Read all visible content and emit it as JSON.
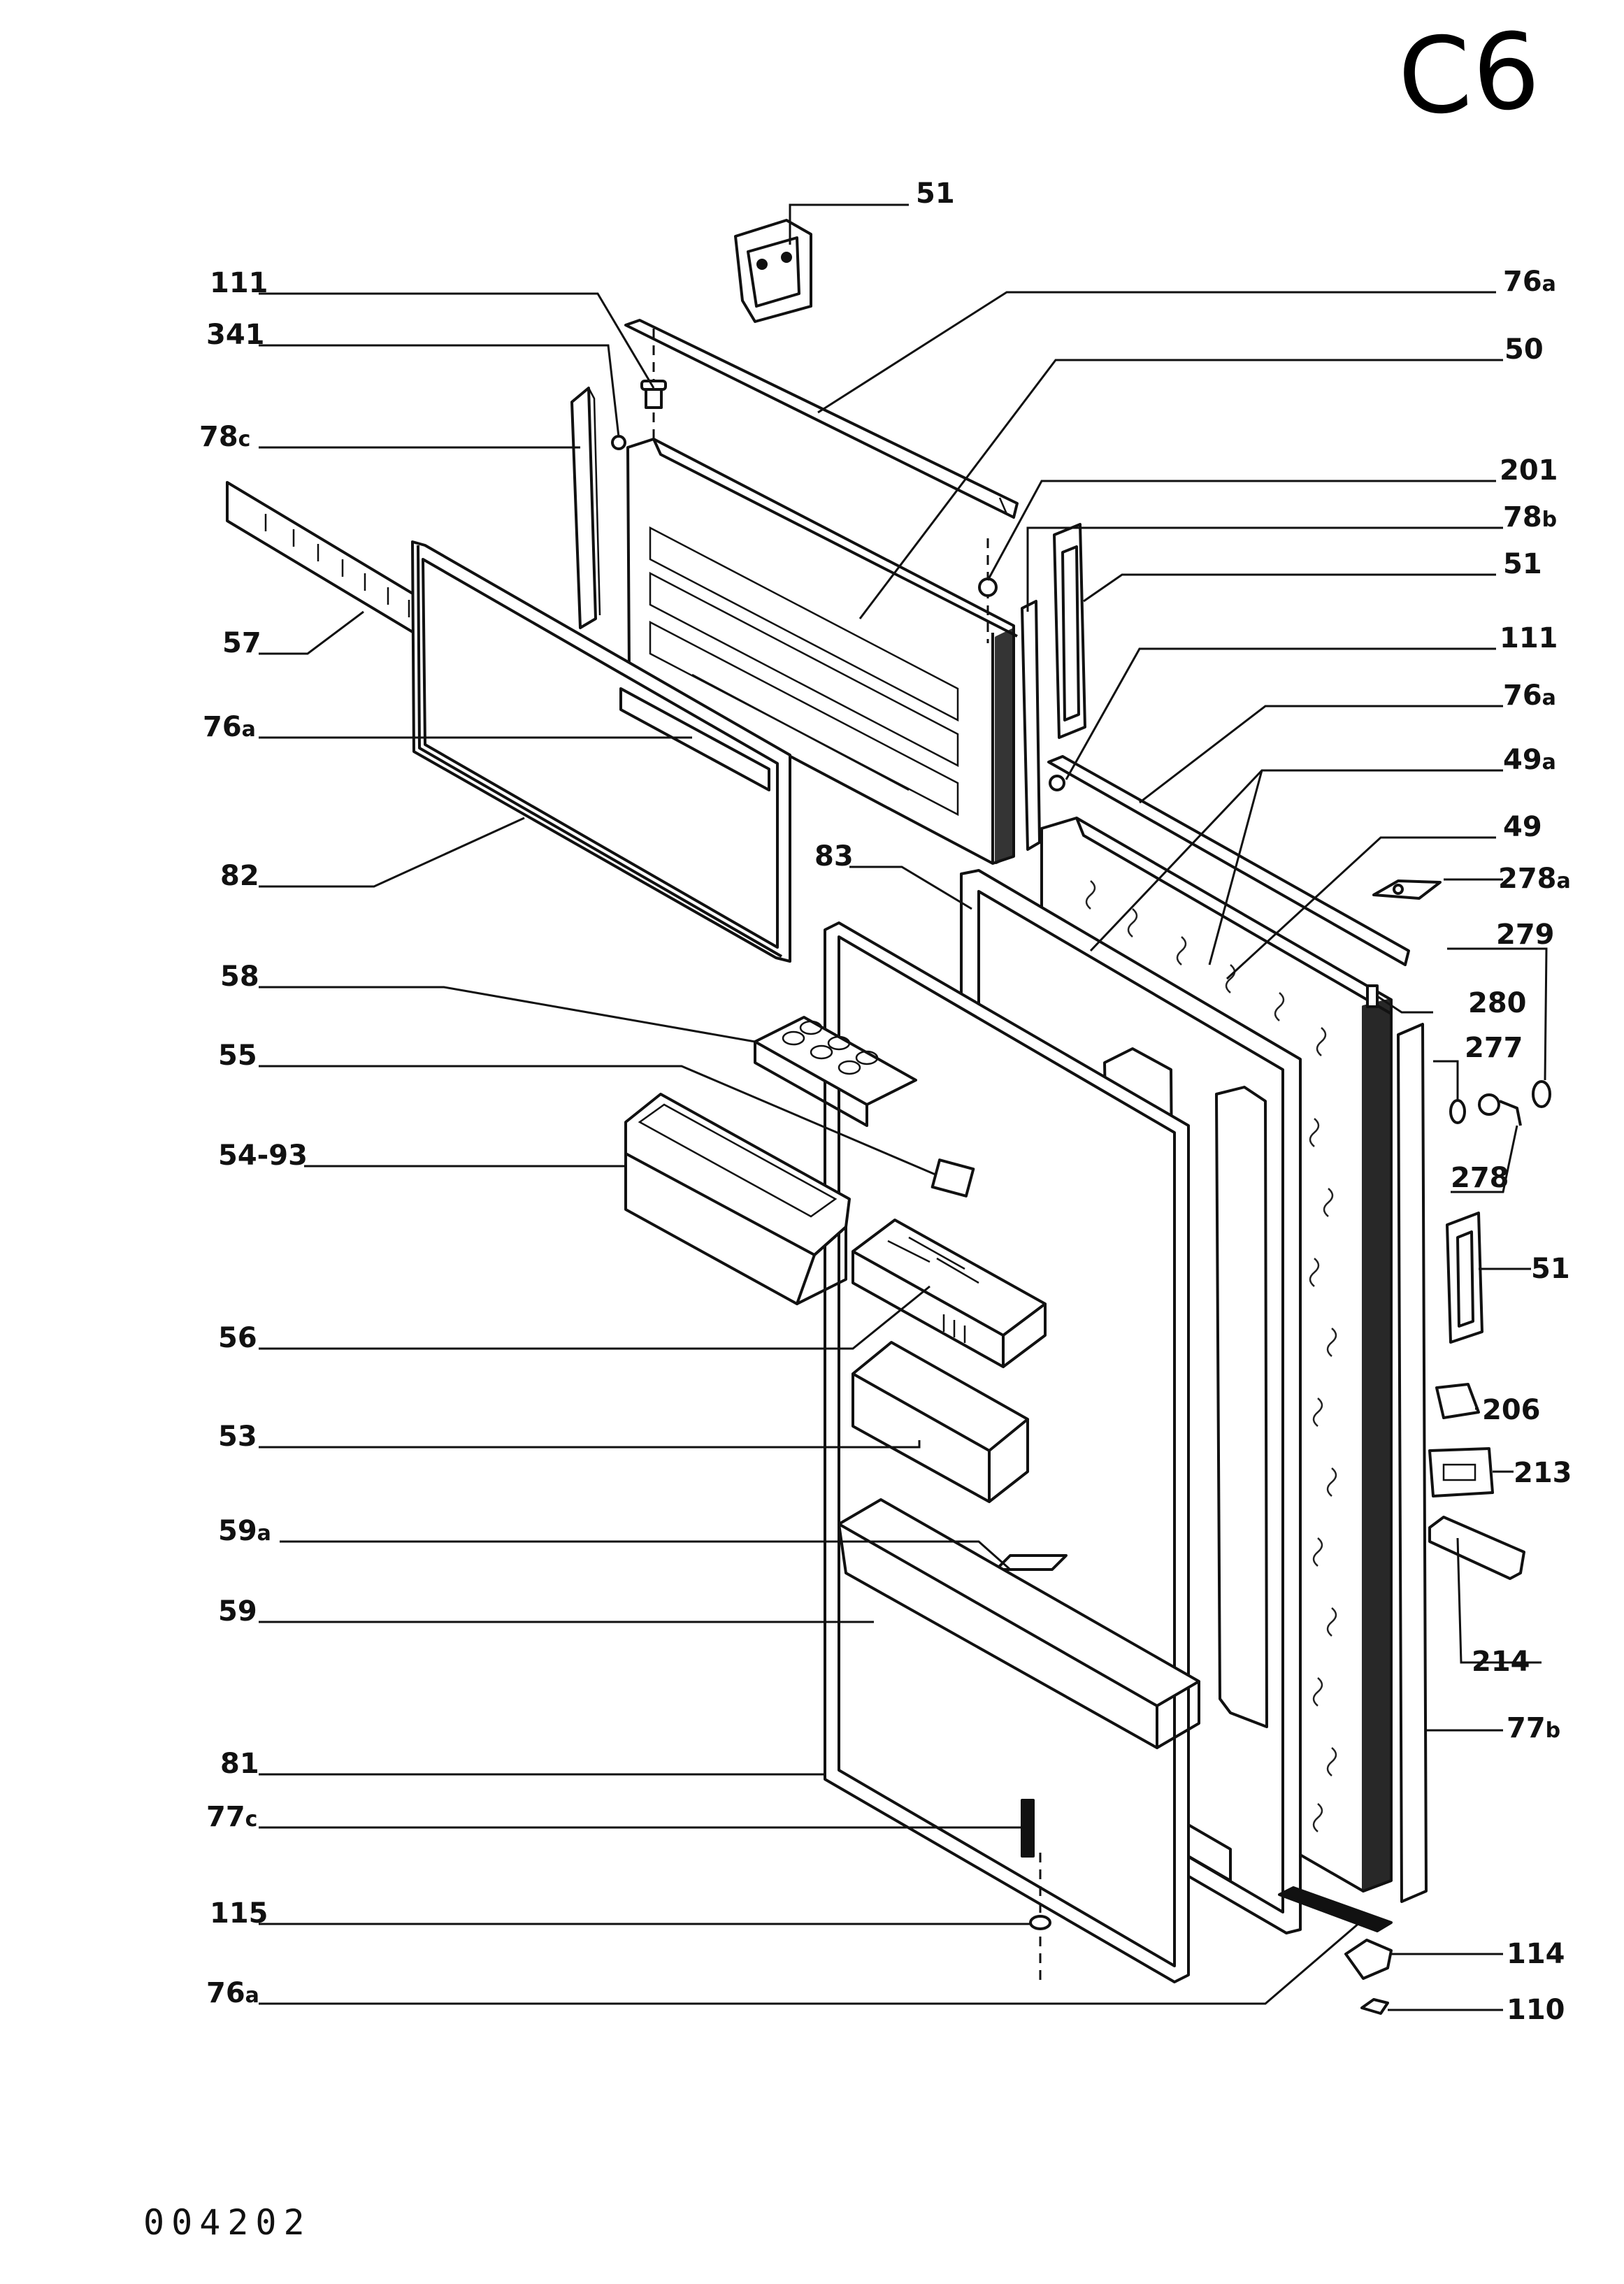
{
  "sheet_code": "C6",
  "drawing_number": "004202",
  "callouts": [
    {
      "id": "51_top",
      "number": "51",
      "suffix": ""
    },
    {
      "id": "111_left",
      "number": "111",
      "suffix": ""
    },
    {
      "id": "341",
      "number": "341",
      "suffix": ""
    },
    {
      "id": "78c",
      "number": "78",
      "suffix": "c"
    },
    {
      "id": "57",
      "number": "57",
      "suffix": ""
    },
    {
      "id": "76a_left",
      "number": "76",
      "suffix": "a"
    },
    {
      "id": "82",
      "number": "82",
      "suffix": ""
    },
    {
      "id": "58",
      "number": "58",
      "suffix": ""
    },
    {
      "id": "55",
      "number": "55",
      "suffix": ""
    },
    {
      "id": "54-93",
      "number": "54-93",
      "suffix": ""
    },
    {
      "id": "56",
      "number": "56",
      "suffix": ""
    },
    {
      "id": "53",
      "number": "53",
      "suffix": ""
    },
    {
      "id": "59a",
      "number": "59",
      "suffix": "a"
    },
    {
      "id": "59",
      "number": "59",
      "suffix": ""
    },
    {
      "id": "81",
      "number": "81",
      "suffix": ""
    },
    {
      "id": "77c",
      "number": "77",
      "suffix": "c"
    },
    {
      "id": "115",
      "number": "115",
      "suffix": ""
    },
    {
      "id": "76a_bottom",
      "number": "76",
      "suffix": "a"
    },
    {
      "id": "83",
      "number": "83",
      "suffix": ""
    },
    {
      "id": "76a_top",
      "number": "76",
      "suffix": "a"
    },
    {
      "id": "50",
      "number": "50",
      "suffix": ""
    },
    {
      "id": "201",
      "number": "201",
      "suffix": ""
    },
    {
      "id": "78b",
      "number": "78",
      "suffix": "b"
    },
    {
      "id": "51_right_upper",
      "number": "51",
      "suffix": ""
    },
    {
      "id": "111_right",
      "number": "111",
      "suffix": ""
    },
    {
      "id": "76a_right",
      "number": "76",
      "suffix": "a"
    },
    {
      "id": "49a",
      "number": "49",
      "suffix": "a"
    },
    {
      "id": "49",
      "number": "49",
      "suffix": ""
    },
    {
      "id": "278a",
      "number": "278",
      "suffix": "a"
    },
    {
      "id": "279",
      "number": "279",
      "suffix": ""
    },
    {
      "id": "280",
      "number": "280",
      "suffix": ""
    },
    {
      "id": "277",
      "number": "277",
      "suffix": ""
    },
    {
      "id": "278",
      "number": "278",
      "suffix": ""
    },
    {
      "id": "51_right_lower",
      "number": "51",
      "suffix": ""
    },
    {
      "id": "206",
      "number": "206",
      "suffix": ""
    },
    {
      "id": "213",
      "number": "213",
      "suffix": ""
    },
    {
      "id": "214",
      "number": "214",
      "suffix": ""
    },
    {
      "id": "77b",
      "number": "77",
      "suffix": "b"
    },
    {
      "id": "114",
      "number": "114",
      "suffix": ""
    },
    {
      "id": "110",
      "number": "110",
      "suffix": ""
    }
  ]
}
